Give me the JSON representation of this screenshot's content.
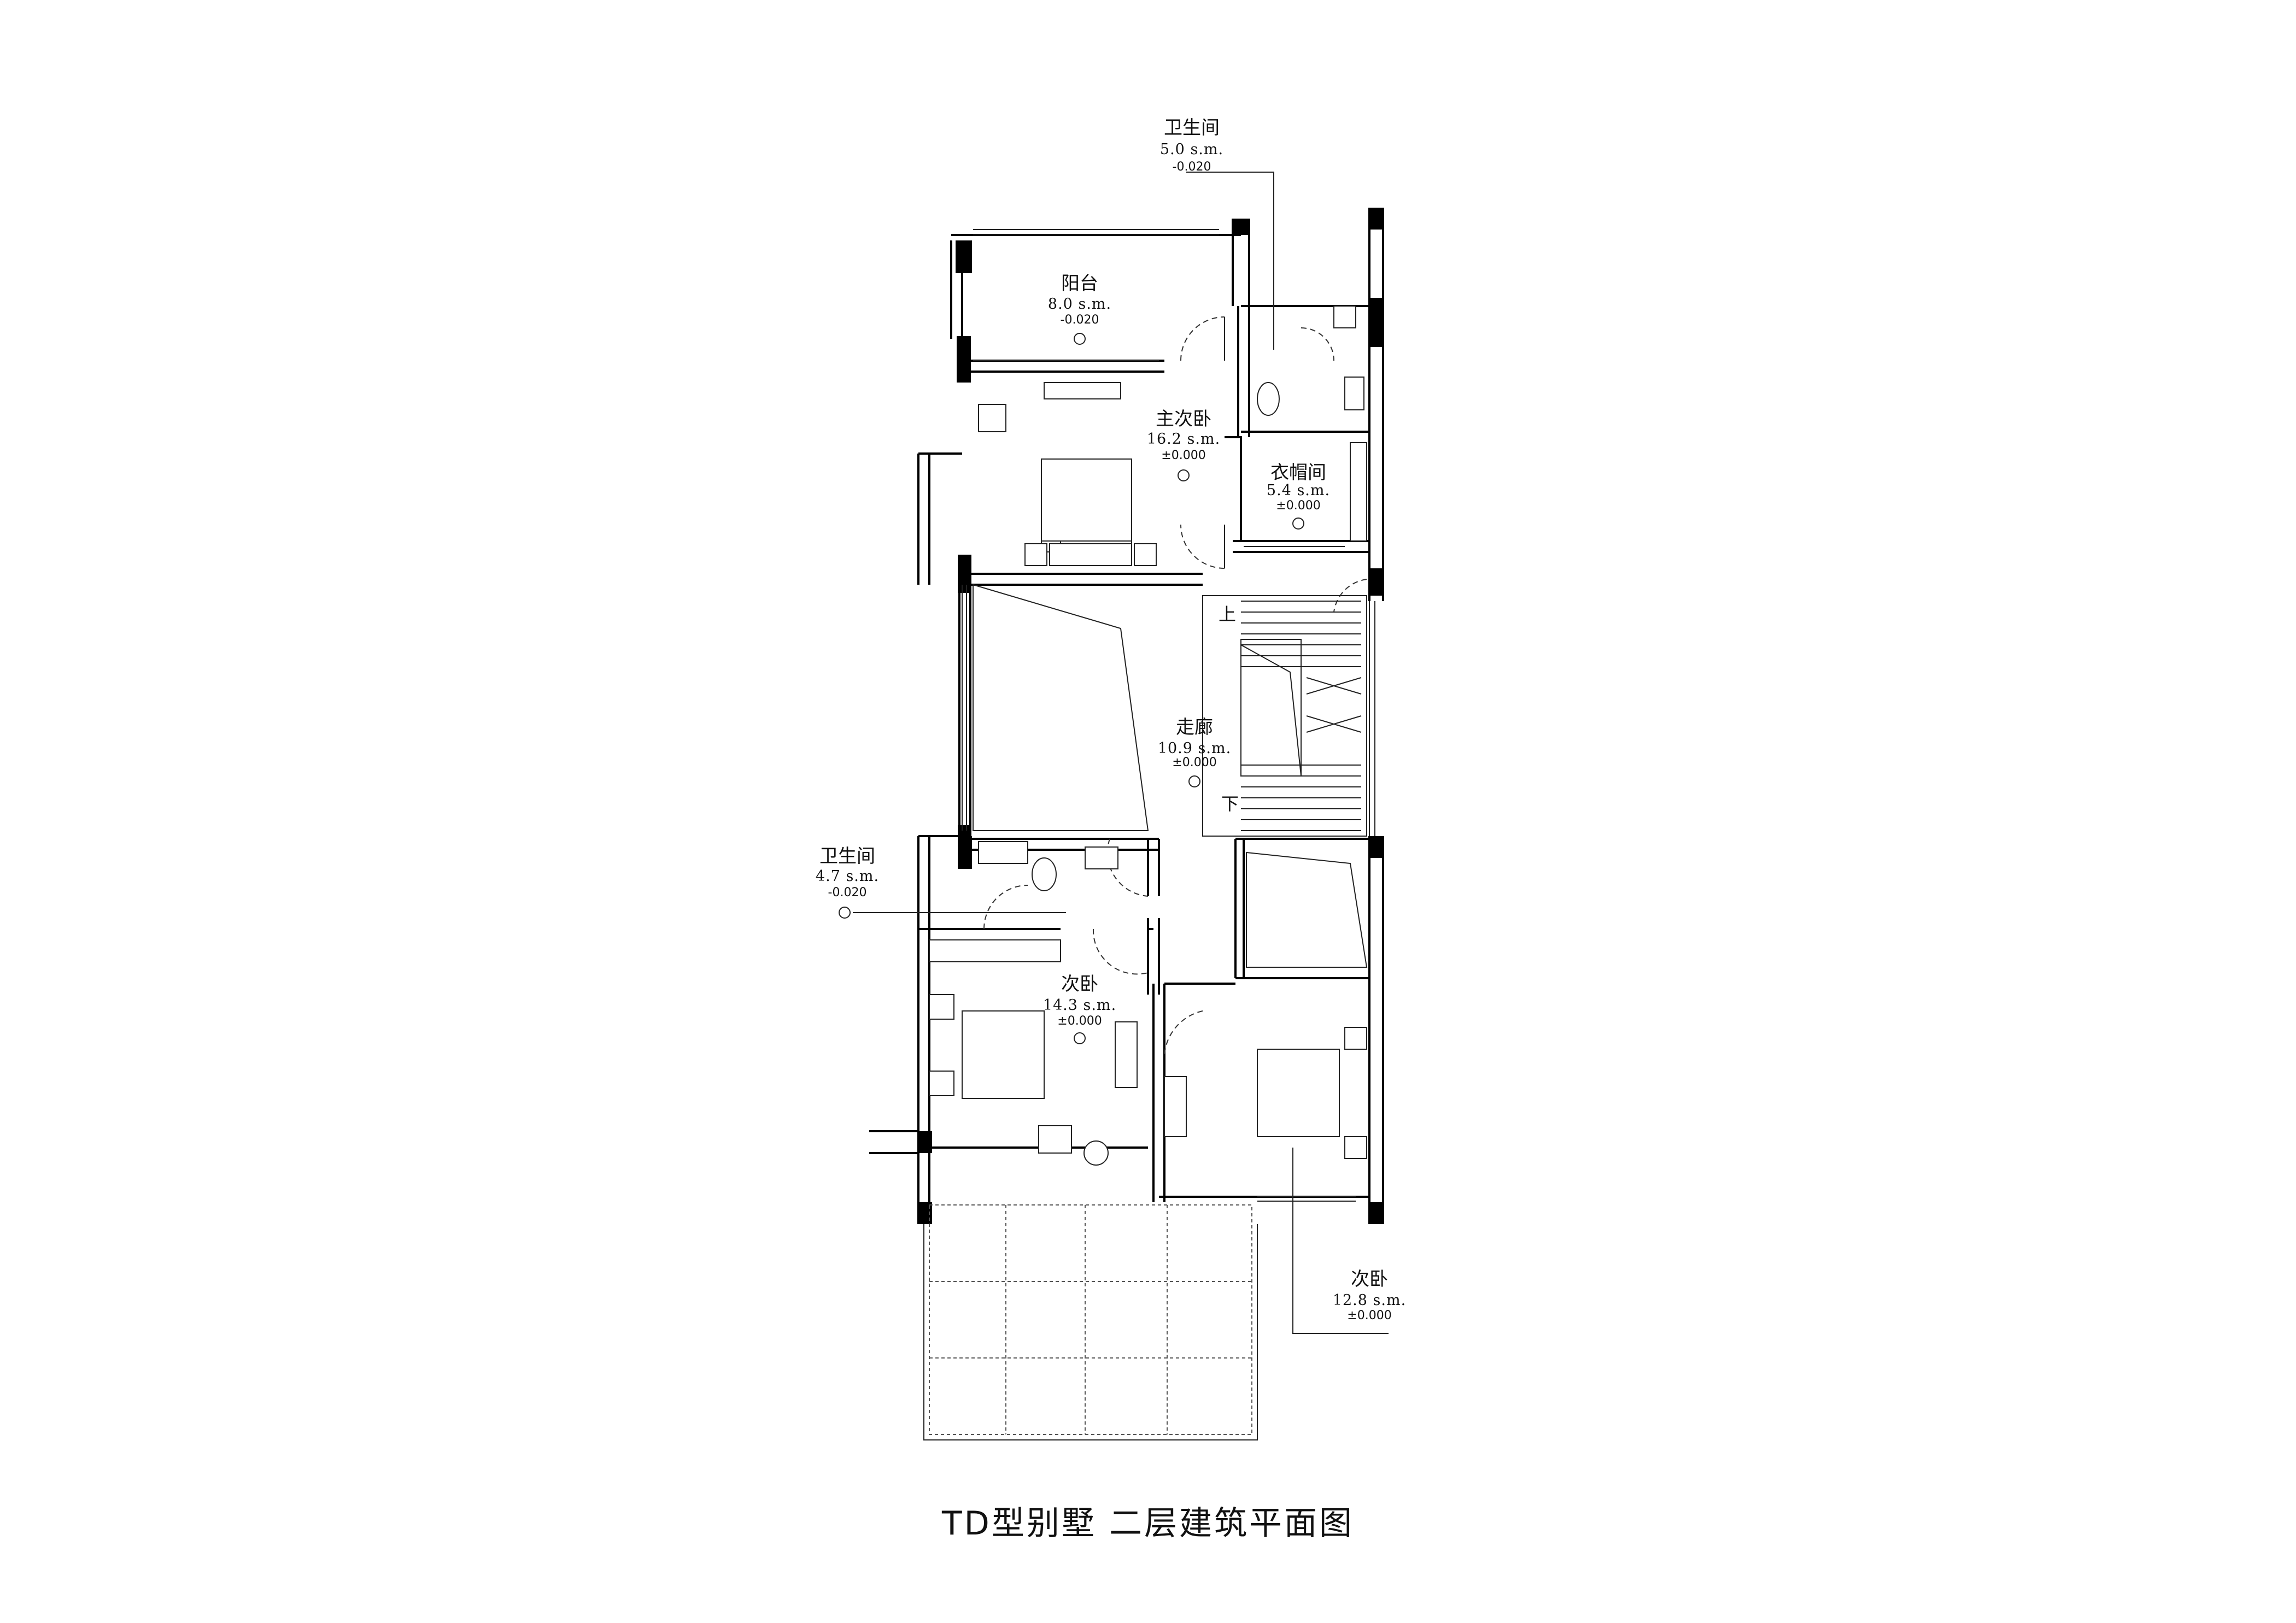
{
  "drawing": {
    "title": "TD型别墅  二层建筑平面图",
    "stair_up": "上",
    "stair_down": "下",
    "rooms": [
      {
        "id": "bath-top",
        "name": "卫生间",
        "area": "5.0 s.m.",
        "level": "-0.020"
      },
      {
        "id": "balcony",
        "name": "阳台",
        "area": "8.0 s.m.",
        "level": "-0.020"
      },
      {
        "id": "master-bedroom",
        "name": "主次卧",
        "area": "16.2 s.m.",
        "level": "±0.000"
      },
      {
        "id": "closet",
        "name": "衣帽间",
        "area": "5.4 s.m.",
        "level": "±0.000"
      },
      {
        "id": "corridor",
        "name": "走廊",
        "area": "10.9 s.m.",
        "level": "±0.000"
      },
      {
        "id": "bath-left",
        "name": "卫生间",
        "area": "4.7 s.m.",
        "level": "-0.020"
      },
      {
        "id": "bedroom-2",
        "name": "次卧",
        "area": "14.3 s.m.",
        "level": "±0.000"
      },
      {
        "id": "bedroom-3",
        "name": "次卧",
        "area": "12.8 s.m.",
        "level": "±0.000"
      }
    ]
  }
}
